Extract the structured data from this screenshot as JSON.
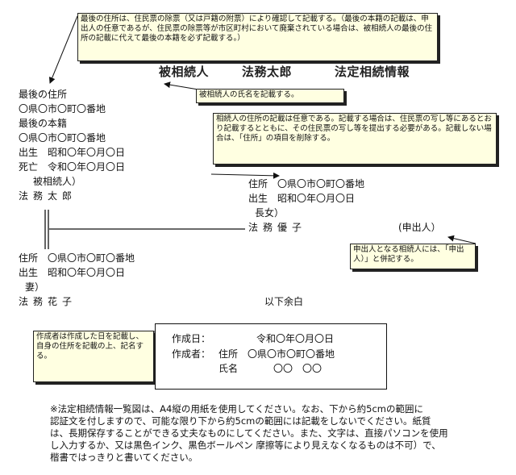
{
  "notes": {
    "last_address": "最後の住所は、住民票の除票（又は戸籍の附票）により確認して記載する。（最後の本籍の記載は、申出人の任意であるが、住民票の除票等が市区町村において廃棄されている場合は、被相続人の最後の住所の記載に代えて最後の本籍を必ず記載する。）",
    "decedent_name": "被相続人の氏名を記載する。",
    "heir_address": "相続人の住所の記載は任意である。記載する場合は、住民票の写し等にあるとおり記載するとともに、その住民票の写し等を提出する必要がある。記載しない場合は、「住所」の項目を削除する。",
    "applicant": "申出人となる相続人には、「申出人）」と併記する。",
    "creator": "作成者は作成した日を記載し、自身の住所を記載の上、記名する。"
  },
  "header": {
    "label_decedent": "被相続人",
    "decedent_name": "法務太郎",
    "doc_title": "法定相続情報"
  },
  "decedent": {
    "last_address_label": "最後の住所",
    "last_address": "〇県〇市〇町〇番地",
    "last_domicile_label": "最後の本籍",
    "last_domicile": "〇県〇市〇町〇番地",
    "birth": "出生　昭和〇年〇月〇日",
    "death": "死亡　令和〇年〇月〇日",
    "relation": "被相続人）",
    "name": "法務太郎"
  },
  "child": {
    "address": "住所　〇県〇市〇町〇番地",
    "birth": "出生　昭和〇年〇月〇日",
    "relation": "長女）",
    "name": "法務優子",
    "applicant_tag": "(申出人）"
  },
  "spouse": {
    "address": "住所　〇県〇市〇町〇番地",
    "birth": "出生　昭和〇年〇月〇日",
    "relation": "妻）",
    "name": "法務花子"
  },
  "end_mark": "以下余白",
  "creator_box": {
    "date_label": "作成日：",
    "date_value": "令和〇年〇月〇日",
    "creator_label": "作成者：",
    "address_label": "住所",
    "address_value": "〇県〇市〇町〇番地",
    "name_label": "氏名",
    "name_value": "〇〇　〇〇"
  },
  "footer": {
    "lines": [
      "※法定相続情報一覧図は、A4縦の用紙を使用してください。なお、下から約5cmの範囲に",
      "認証文を付しますので、可能な限り下から約5cmの範囲には記載をしないでください。紙質",
      "は、長期保存することができる丈夫なものにしてください。また、文字は、直接パソコンを使用",
      "し入力するか、又は黒色インク、黒色ボールペン 摩擦等により見えなくなるものは不可）で、",
      "楷書ではっきりと書いてください。"
    ]
  }
}
